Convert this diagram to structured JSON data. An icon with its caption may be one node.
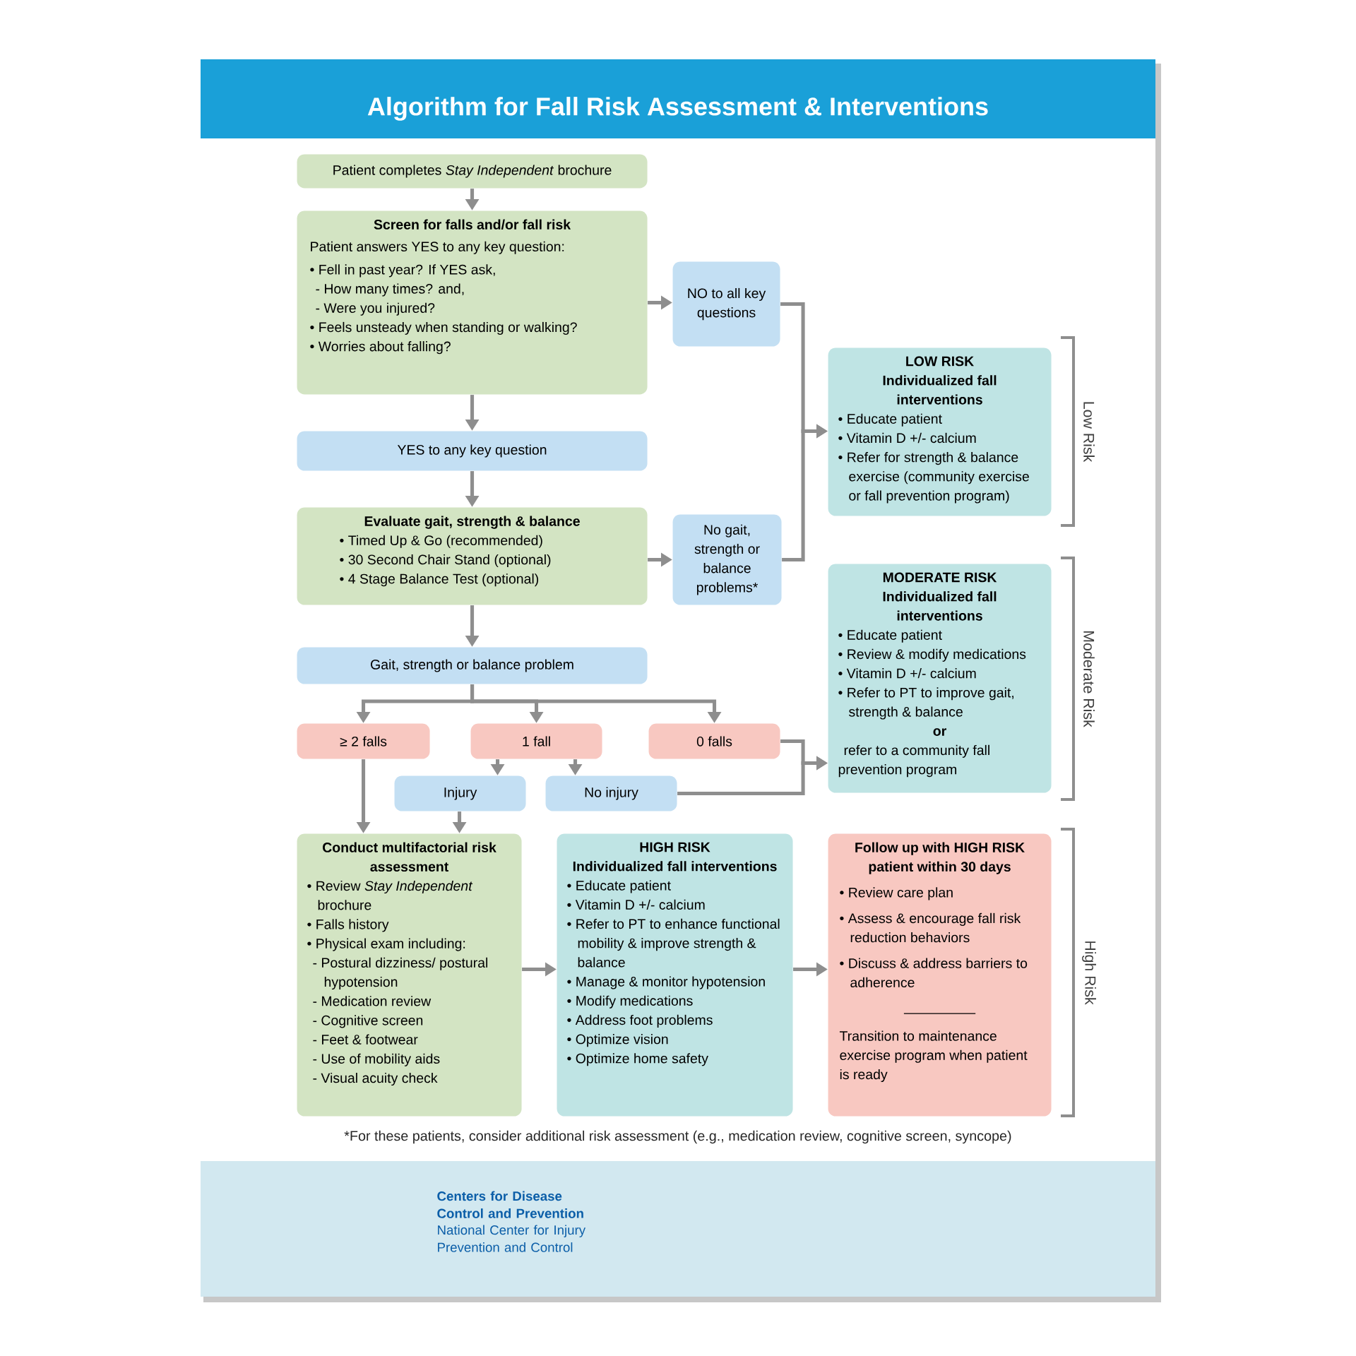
{
  "diagram": {
    "title": "Algorithm for Fall Risk Assessment & Interventions",
    "nodes": [
      {
        "text": [
          "Patient completes *Stay Independent* brochure"
        ]
      },
      {
        "text": [
          "Screen for falls and/or fall risk",
          "Patient answers YES to any key question:",
          "• Fell in past year? If YES ask,",
          "- How many times? and,",
          "- Were you injured?",
          "• Feels unsteady when standing or walking?",
          "• Worries about falling?"
        ]
      },
      {
        "text": [
          "NO to all key questions"
        ]
      },
      {
        "text": [
          "YES to any key question"
        ]
      },
      {
        "text": [
          "Evaluate gait, strength & balance",
          "• Timed Up & Go (recommended)",
          "• 30 Second Chair Stand (optional)",
          "• 4 Stage Balance Test (optional)"
        ]
      },
      {
        "text": [
          "No gait, strength or balance problems*"
        ]
      },
      {
        "text": [
          "LOW RISK",
          "Individualized fall interventions",
          "• Educate patient",
          "• Vitamin D +/- calcium",
          "• Refer for strength & balance exercise (community exercise or fall prevention program)"
        ]
      },
      {
        "text": [
          "MODERATE RISK",
          "Individualized fall interventions",
          "• Educate patient",
          "• Review & modify medications",
          "• Vitamin D +/- calcium",
          "• Refer to PT to improve gait, strength & balance",
          "or",
          "refer to a community fall prevention program"
        ]
      },
      {
        "text": [
          "Gait, strength or balance problem"
        ]
      },
      {
        "text": [
          "≥ 2 falls"
        ]
      },
      {
        "text": [
          "1 fall"
        ]
      },
      {
        "text": [
          "0 falls"
        ]
      },
      {
        "text": [
          "Injury"
        ]
      },
      {
        "text": [
          "No injury"
        ]
      },
      {
        "text": [
          "Conduct multifactorial risk assessment",
          "• Review *Stay Independent* brochure",
          "• Falls history",
          "• Physical exam including:",
          "- Postural dizziness/ postural hypotension",
          "- Medication review",
          "- Cognitive screen",
          "- Feet & footwear",
          "- Use of mobility aids",
          "- Visual acuity check"
        ]
      },
      {
        "text": [
          "HIGH RISK",
          "Individualized fall interventions",
          "• Educate patient",
          "• Vitamin D +/- calcium",
          "• Refer to PT to enhance functional mobility & improve strength & balance",
          "• Manage & monitor hypotension",
          "• Modify medications",
          "• Address foot problems",
          "• Optimize vision",
          "• Optimize home safety"
        ]
      },
      {
        "text": [
          "Follow up with HIGH RISK patient within 30 days",
          "• Review care plan",
          "• Assess & encourage fall risk reduction behaviors",
          "• Discuss & address barriers to adherence",
          "Transition to maintenance exercise program when patient is ready"
        ]
      }
    ],
    "edges": [
      {
        "from": 0,
        "to": 1,
        "arrow": "to"
      },
      {
        "from": 1,
        "to": 2,
        "arrow": "to"
      },
      {
        "from": 1,
        "to": 3,
        "arrow": "to"
      },
      {
        "from": 3,
        "to": 4,
        "arrow": "to"
      },
      {
        "from": 4,
        "to": 5,
        "arrow": "to"
      },
      {
        "from": 2,
        "to": 6,
        "arrow": "to"
      },
      {
        "from": 5,
        "to": 6,
        "arrow": "to"
      },
      {
        "from": 4,
        "to": 8,
        "arrow": "to"
      },
      {
        "from": 8,
        "to": 9,
        "arrow": "to"
      },
      {
        "from": 8,
        "to": 10,
        "arrow": "to"
      },
      {
        "from": 8,
        "to": 11,
        "arrow": "to"
      },
      {
        "from": 10,
        "to": 12,
        "arrow": "to"
      },
      {
        "from": 10,
        "to": 13,
        "arrow": "to"
      },
      {
        "from": 11,
        "to": 7,
        "arrow": "to"
      },
      {
        "from": 13,
        "to": 7,
        "arrow": "to"
      },
      {
        "from": 9,
        "to": 14,
        "arrow": "to"
      },
      {
        "from": 12,
        "to": 14,
        "arrow": "to"
      },
      {
        "from": 14,
        "to": 15,
        "arrow": "to"
      },
      {
        "from": 15,
        "to": 16,
        "arrow": "to"
      }
    ],
    "labels": [
      "Low Risk",
      "Moderate Risk",
      "High Risk",
      "*For these patients, consider additional risk assessment (e.g., medication review, cognitive screen, syncope)",
      "Centers for Disease Control and Prevention",
      "National Center for Injury Prevention and Control"
    ]
  }
}
